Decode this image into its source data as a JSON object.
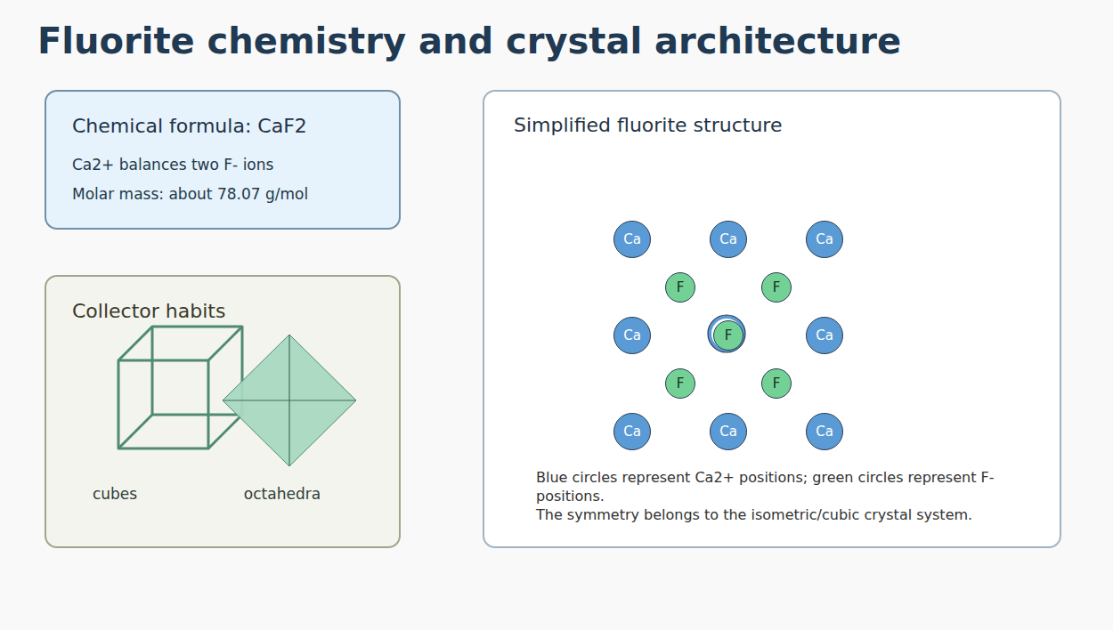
{
  "diagram": {
    "title": "Fluorite chemistry and crystal architecture",
    "nodes": [
      {
        "text": [
          "Chemical formula: CaF2",
          "Ca2+ balances two F- ions",
          "Molar mass: about 78.07 g/mol"
        ]
      },
      {
        "text": [
          "Collector habits",
          "cubes",
          "octahedra"
        ]
      },
      {
        "text": [
          "Simplified fluorite structure",
          "Blue circles represent Ca2+ positions; green circles represent F- positions.",
          "The symmetry belongs to the isometric/cubic crystal system."
        ]
      },
      {
        "text": [
          "Ca"
        ],
        "in": 2
      },
      {
        "text": [
          "Ca"
        ],
        "in": 2
      },
      {
        "text": [
          "Ca"
        ],
        "in": 2
      },
      {
        "text": [
          "F"
        ],
        "in": 2
      },
      {
        "text": [
          "F"
        ],
        "in": 2
      },
      {
        "text": [
          "Ca"
        ],
        "in": 2
      },
      {
        "text": [
          "F"
        ],
        "in": 2
      },
      {
        "text": [
          "Ca"
        ],
        "in": 2
      },
      {
        "text": [
          "F"
        ],
        "in": 2
      },
      {
        "text": [
          "F"
        ],
        "in": 2
      },
      {
        "text": [
          "Ca"
        ],
        "in": 2
      },
      {
        "text": [
          "Ca"
        ],
        "in": 2
      },
      {
        "text": [
          "Ca"
        ],
        "in": 2
      }
    ]
  }
}
